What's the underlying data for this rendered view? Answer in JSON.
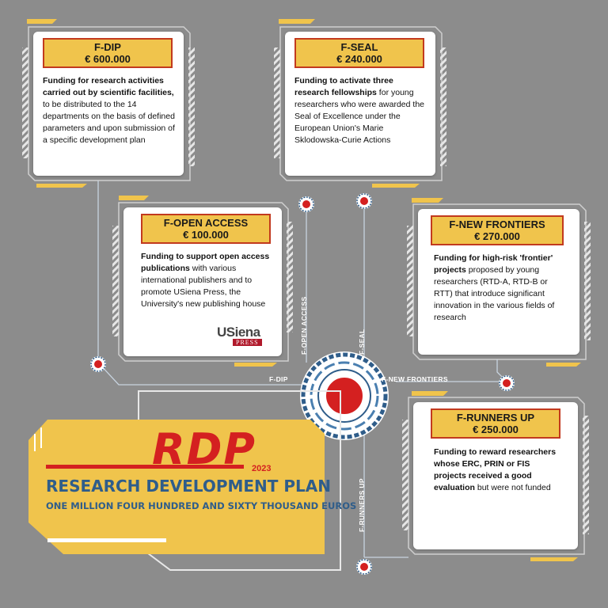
{
  "plan": {
    "acronym": "RDP",
    "year": "2023",
    "title": "RESEARCH DEVELOPMENT PLAN",
    "subtitle": "ONE MILLION FOUR HUNDRED AND SIXTY THOUSAND EUROS"
  },
  "funds": {
    "fdip": {
      "name": "F-DIP",
      "amount": "€ 600.000",
      "bold": "Funding for research activities carried out by scientific facilities,",
      "text": " to be distributed to the 14 departments on the basis of defined parameters and upon submission of a specific development plan"
    },
    "fseal": {
      "name": "F-SEAL",
      "amount": "€ 240.000",
      "bold": "Funding to activate three research fellowships",
      "text": " for young researchers who were awarded the Seal of Excellence under the European Union's Marie Sklodowska-Curie Actions"
    },
    "fopen": {
      "name": "F-OPEN ACCESS",
      "amount": "€ 100.000",
      "bold": "Funding to support open access publications",
      "text": " with various international publishers and to promote USiena Press, the University's new publishing house"
    },
    "fnew": {
      "name": "F-NEW FRONTIERS",
      "amount": "€ 270.000",
      "bold": "Funding for high-risk 'frontier' projects",
      "text": " proposed by young researchers (RTD-A, RTD-B or RTT) that introduce significant  innovation in the various fields of research"
    },
    "frun": {
      "name": "F-RUNNERS UP",
      "amount": "€ 250.000",
      "bold": "Funding to reward researchers whose ERC, PRIN or FIS projects received a good evaluation",
      "text": " but were not funded"
    }
  },
  "connector_labels": {
    "fdip": "F-DIP",
    "fopen": "F-OPEN ACCESS",
    "fseal": "F-SEAL",
    "fnew": "F-NEW FRONTIERS",
    "frun": "F-RUNNERS UP"
  },
  "logo": {
    "usiena": "USiena",
    "press": "PRESS"
  },
  "colors": {
    "background": "#8c8c8c",
    "accent_yellow": "#f0c44c",
    "accent_red": "#d42020",
    "text_blue": "#2f5d8a"
  }
}
